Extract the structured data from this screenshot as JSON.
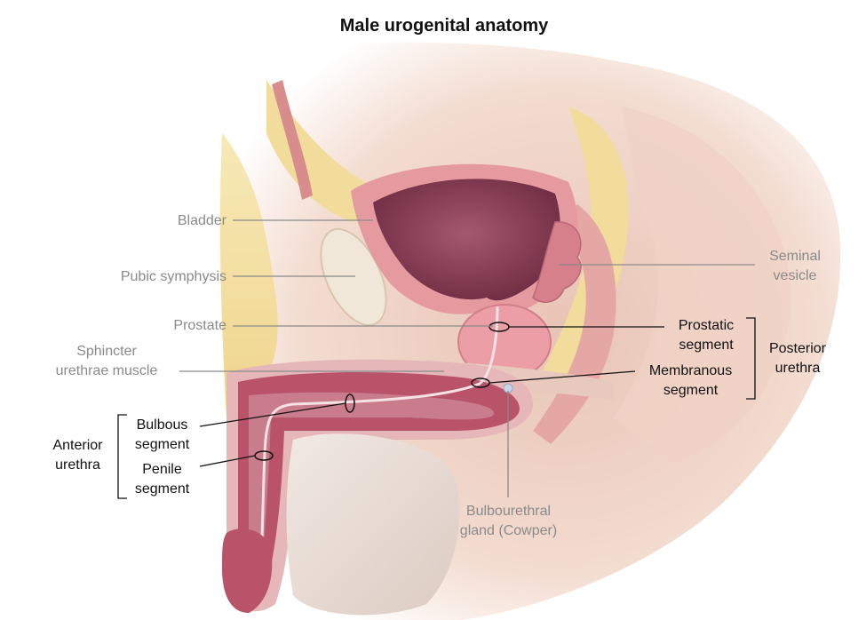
{
  "title": "Male urogenital anatomy",
  "labels": {
    "bladder": "Bladder",
    "pubic_symphysis": "Pubic symphysis",
    "prostate": "Prostate",
    "sphincter_line1": "Sphincter",
    "sphincter_line2": "urethrae muscle",
    "seminal_line1": "Seminal",
    "seminal_line2": "vesicle",
    "prostatic_line1": "Prostatic",
    "prostatic_line2": "segment",
    "membranous_line1": "Membranous",
    "membranous_line2": "segment",
    "posterior_line1": "Posterior",
    "posterior_line2": "urethra",
    "bulbous_line1": "Bulbous",
    "bulbous_line2": "segment",
    "penile_line1": "Penile",
    "penile_line2": "segment",
    "anterior_line1": "Anterior",
    "anterior_line2": "urethra",
    "bulbourethral_line1": "Bulbourethral",
    "bulbourethral_line2": "gland (Cowper)"
  },
  "colors": {
    "skin": "#f3dcd0",
    "bone": "#f4e3a6",
    "bladder_wall": "#e59aa0",
    "bladder_lumen": "#8e3d55",
    "prostate": "#ec9ea6",
    "corpus": "#b9536a",
    "spongiosum": "#c97d8c",
    "label_gray": "#8a8a8a",
    "label_dark": "#111111"
  }
}
